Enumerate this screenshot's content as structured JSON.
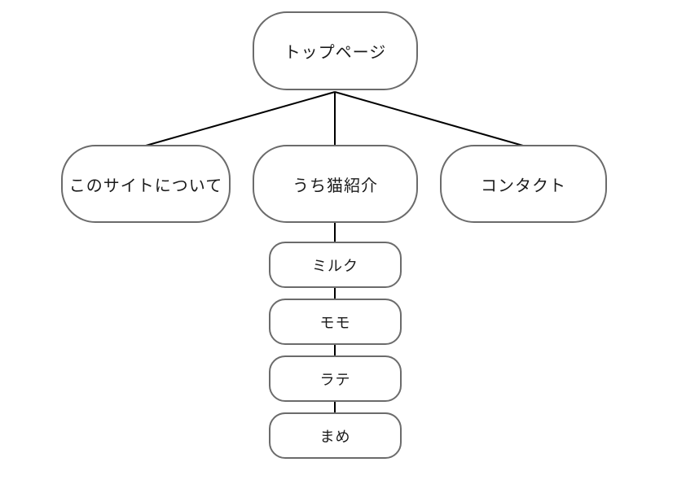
{
  "diagram": {
    "type": "sitemap-tree",
    "root": {
      "label": "トップページ"
    },
    "children": [
      {
        "label": "このサイトについて"
      },
      {
        "label": "うち猫紹介"
      },
      {
        "label": "コンタクト"
      }
    ],
    "cat_pages": [
      {
        "label": "ミルク"
      },
      {
        "label": "モモ"
      },
      {
        "label": "ラテ"
      },
      {
        "label": "まめ"
      }
    ],
    "colors": {
      "node_border": "#6b6b6b",
      "node_fill": "#ffffff",
      "connector": "#000000",
      "text": "#1a1a1a",
      "background": "#ffffff"
    }
  }
}
